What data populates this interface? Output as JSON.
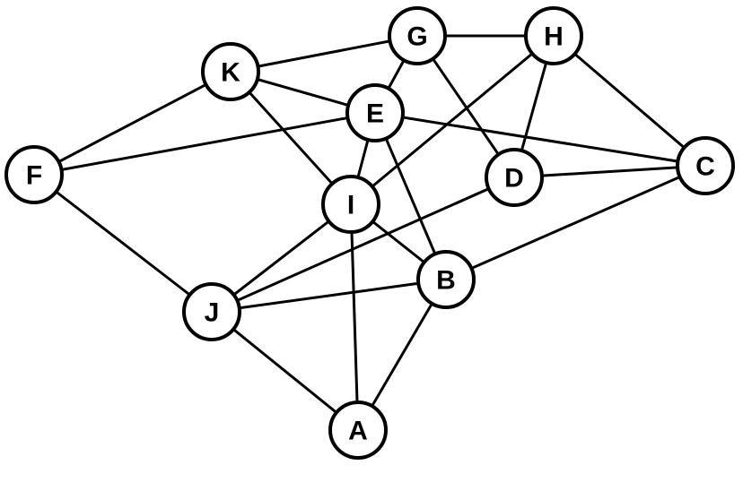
{
  "graph": {
    "nodes": [
      {
        "id": "A",
        "label": "A"
      },
      {
        "id": "B",
        "label": "B"
      },
      {
        "id": "C",
        "label": "C"
      },
      {
        "id": "D",
        "label": "D"
      },
      {
        "id": "E",
        "label": "E"
      },
      {
        "id": "F",
        "label": "F"
      },
      {
        "id": "G",
        "label": "G"
      },
      {
        "id": "H",
        "label": "H"
      },
      {
        "id": "I",
        "label": "I"
      },
      {
        "id": "J",
        "label": "J"
      },
      {
        "id": "K",
        "label": "K"
      }
    ],
    "edges": [
      [
        "K",
        "G"
      ],
      [
        "G",
        "H"
      ],
      [
        "K",
        "E"
      ],
      [
        "G",
        "E"
      ],
      [
        "K",
        "F"
      ],
      [
        "K",
        "I"
      ],
      [
        "E",
        "F"
      ],
      [
        "E",
        "C"
      ],
      [
        "E",
        "I"
      ],
      [
        "E",
        "B"
      ],
      [
        "G",
        "D"
      ],
      [
        "H",
        "D"
      ],
      [
        "H",
        "C"
      ],
      [
        "H",
        "I"
      ],
      [
        "D",
        "C"
      ],
      [
        "D",
        "J"
      ],
      [
        "F",
        "J"
      ],
      [
        "I",
        "J"
      ],
      [
        "I",
        "B"
      ],
      [
        "I",
        "A"
      ],
      [
        "J",
        "B"
      ],
      [
        "J",
        "A"
      ],
      [
        "B",
        "A"
      ],
      [
        "B",
        "C"
      ]
    ],
    "colors": {
      "stroke": "#000000",
      "fill": "#ffffff"
    }
  }
}
